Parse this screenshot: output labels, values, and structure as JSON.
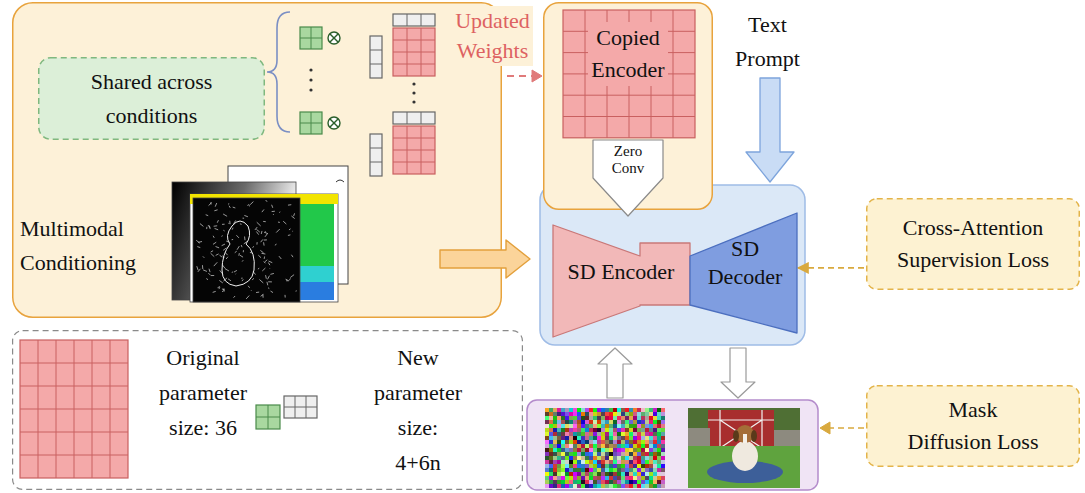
{
  "diagram": {
    "nodes": [
      {
        "text": [
          "Multimodal Conditioning"
        ]
      },
      {
        "text": [
          "Shared across conditions"
        ],
        "in": 0
      },
      {
        "text": [
          "Original parameter size: 36",
          "New parameter size: 4+6n"
        ]
      },
      {
        "text": [
          "Copied Encoder"
        ]
      },
      {
        "text": [
          "Zero Conv"
        ]
      },
      {
        "text": [
          "SD Encoder"
        ]
      },
      {
        "text": [
          "SD Decoder"
        ]
      },
      {
        "text": [
          "Cross-Attention Supervision Loss"
        ]
      },
      {
        "text": [
          "Mask Diffusion Loss"
        ]
      }
    ],
    "edges": [
      {
        "from": 7,
        "to": 6,
        "arrow": "to"
      }
    ],
    "labels": [
      "Updated Weights",
      "Text Prompt"
    ]
  }
}
